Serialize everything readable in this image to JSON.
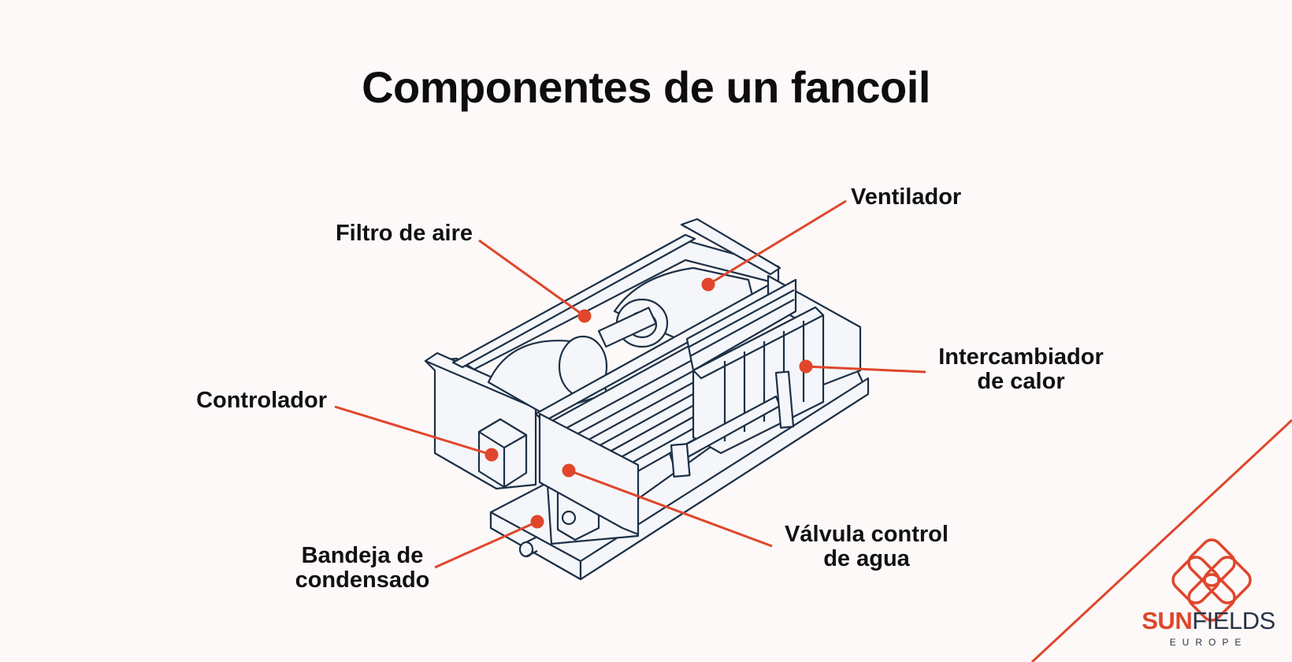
{
  "title": "Componentes de un fancoil",
  "labels": {
    "ventilador": "Ventilador",
    "filtro": "Filtro de aire",
    "intercambiador_1": "Intercambiador",
    "intercambiador_2": "de calor",
    "controlador": "Controlador",
    "valvula_1": "Válvula control",
    "valvula_2": "de agua",
    "bandeja_1": "Bandeja de",
    "bandeja_2": "condensado"
  },
  "brand": {
    "name_accent": "SUN",
    "name_rest": "FIELDS",
    "sub": "EUROPE"
  },
  "colors": {
    "background": "#fcf9f8",
    "outline": "#1d3046",
    "accent": "#e0462c"
  }
}
